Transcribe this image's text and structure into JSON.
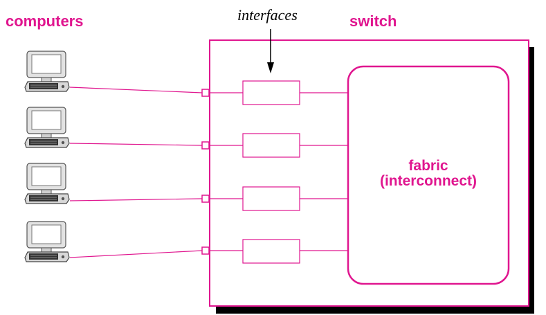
{
  "labels": {
    "computers": "computers",
    "switch": "switch",
    "interfaces": "interfaces",
    "fabric_line1": "fabric",
    "fabric_line2": "(interconnect)"
  },
  "colors": {
    "accent": "#e0168f",
    "shadow": "#000000",
    "computer_body": "#e2e2e2",
    "computer_outline": "#555555"
  },
  "nodes": [
    {
      "id": "computer-1",
      "type": "computer-icon"
    },
    {
      "id": "computer-2",
      "type": "computer-icon"
    },
    {
      "id": "computer-3",
      "type": "computer-icon"
    },
    {
      "id": "computer-4",
      "type": "computer-icon"
    },
    {
      "id": "interface-1",
      "type": "interface-box"
    },
    {
      "id": "interface-2",
      "type": "interface-box"
    },
    {
      "id": "interface-3",
      "type": "interface-box"
    },
    {
      "id": "interface-4",
      "type": "interface-box"
    },
    {
      "id": "fabric",
      "type": "interconnect"
    }
  ],
  "edges": [
    {
      "from": "computer-1",
      "to": "interface-1"
    },
    {
      "from": "computer-2",
      "to": "interface-2"
    },
    {
      "from": "computer-3",
      "to": "interface-3"
    },
    {
      "from": "computer-4",
      "to": "interface-4"
    },
    {
      "from": "interface-1",
      "to": "fabric"
    },
    {
      "from": "interface-2",
      "to": "fabric"
    },
    {
      "from": "interface-3",
      "to": "fabric"
    },
    {
      "from": "interface-4",
      "to": "fabric"
    }
  ]
}
